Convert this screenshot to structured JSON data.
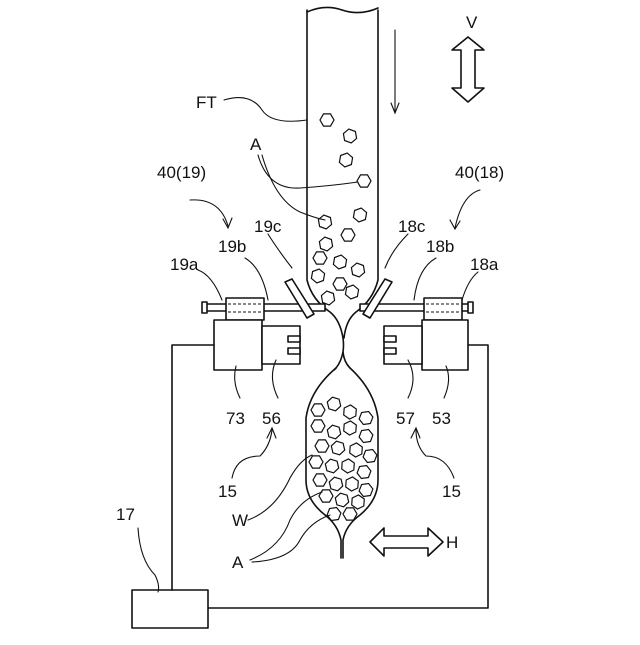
{
  "labels": {
    "FT": "FT",
    "V": "V",
    "H": "H",
    "A_top": "A",
    "A_bottom": "A",
    "W": "W",
    "left_unit": "40(19)",
    "right_unit": "40(18)",
    "l19a": "19a",
    "l19b": "19b",
    "l19c": "19c",
    "l18a": "18a",
    "l18b": "18b",
    "l18c": "18c",
    "l73": "73",
    "l56": "56",
    "l57": "57",
    "l53": "53",
    "l15_left": "15",
    "l15_right": "15",
    "l17": "17"
  }
}
